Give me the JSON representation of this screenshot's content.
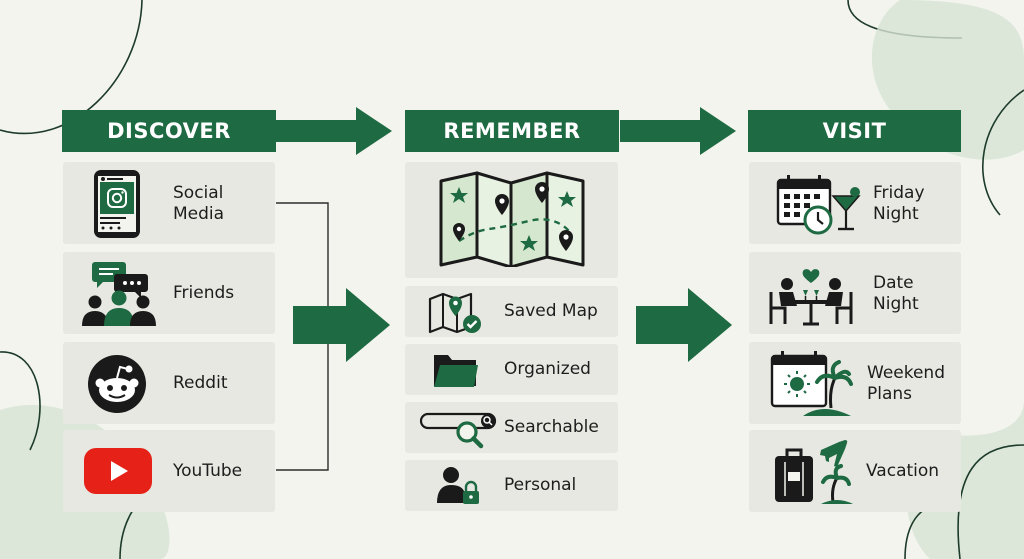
{
  "columns": [
    {
      "title": "DISCOVER",
      "items": [
        {
          "label_l1": "Social",
          "label_l2": "Media",
          "icon": "instagram-phone-icon"
        },
        {
          "label_l1": "Friends",
          "icon": "friends-chat-icon"
        },
        {
          "label_l1": "Reddit",
          "icon": "reddit-icon"
        },
        {
          "label_l1": "YouTube",
          "icon": "youtube-icon"
        }
      ]
    },
    {
      "title": "REMEMBER",
      "hero_icon": "folded-map-icon",
      "items": [
        {
          "label": "Saved Map",
          "icon": "map-check-icon"
        },
        {
          "label": "Organized",
          "icon": "folder-icon"
        },
        {
          "label": "Searchable",
          "icon": "search-icon"
        },
        {
          "label": "Personal",
          "icon": "user-lock-icon"
        }
      ]
    },
    {
      "title": "VISIT",
      "items": [
        {
          "label_l1": "Friday",
          "label_l2": "Night",
          "icon": "calendar-cocktail-icon"
        },
        {
          "label_l1": "Date",
          "label_l2": "Night",
          "icon": "dinner-couple-icon"
        },
        {
          "label_l1": "Weekend",
          "label_l2": "Plans",
          "icon": "calendar-island-icon"
        },
        {
          "label_l1": "Vacation",
          "icon": "luggage-plane-icon"
        }
      ]
    }
  ],
  "colors": {
    "primary_green": "#1e6a42",
    "background": "#f3f4ee",
    "card": "#e7e8e2",
    "youtube_red": "#e62117"
  }
}
